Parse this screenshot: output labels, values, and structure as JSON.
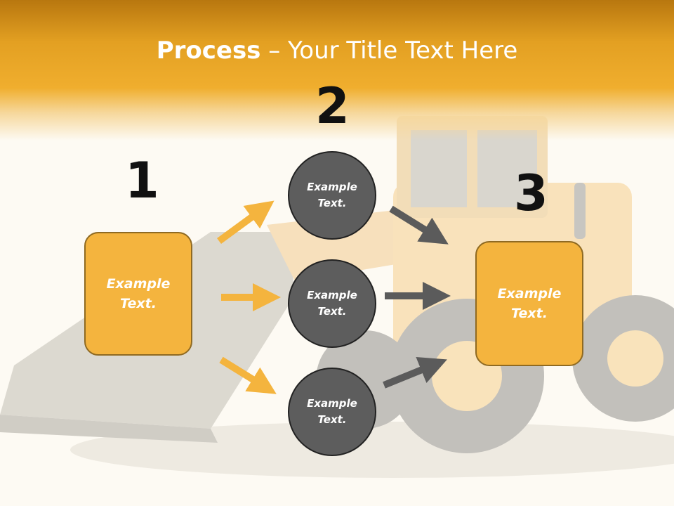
{
  "slide": {
    "title_bold": "Process",
    "title_rest": " – Your Title Text Here",
    "steps": [
      {
        "number": "1",
        "box_text": "Example\nText."
      },
      {
        "number": "2",
        "circles": [
          "Example\nText.",
          "Example\nText.",
          "Example\nText."
        ]
      },
      {
        "number": "3",
        "box_text": "Example\nText."
      }
    ]
  },
  "colors": {
    "accent_orange": "#f4b43e",
    "header_orange": "#f0ae2e",
    "circle_gray": "#5d5d5d",
    "arrow_gray": "#5b5b5b",
    "arrow_orange": "#f4b43e"
  }
}
